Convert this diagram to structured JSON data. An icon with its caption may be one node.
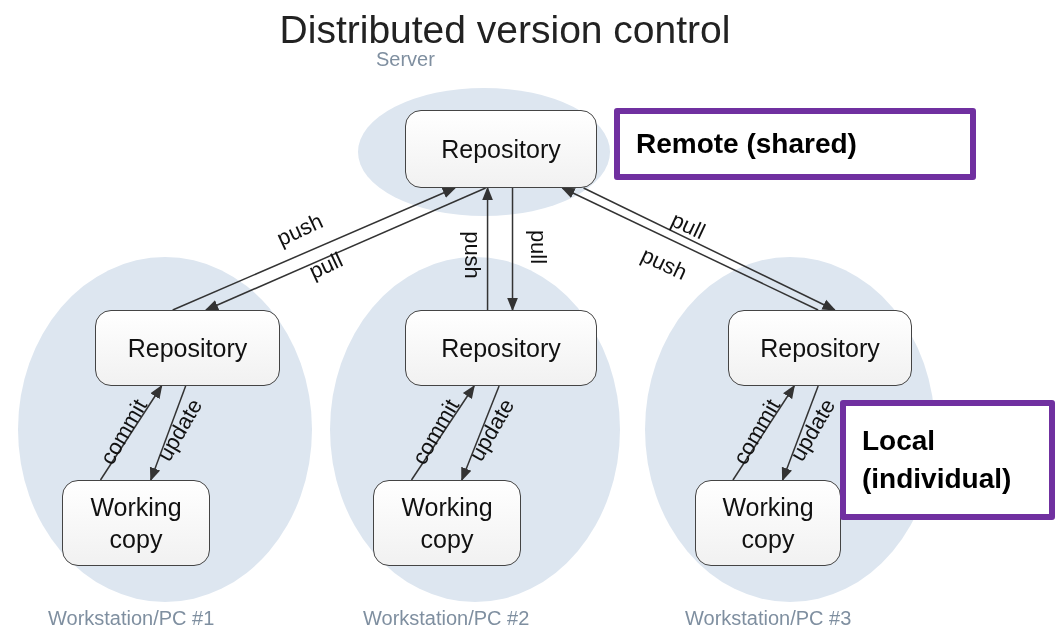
{
  "diagram": {
    "title": "Distributed version control",
    "nodes": [
      {
        "text": [
          "Server"
        ]
      },
      {
        "text": [
          "Repository"
        ],
        "in": 0
      },
      {
        "text": [
          "Workstation/PC #1"
        ]
      },
      {
        "text": [
          "Repository"
        ],
        "in": 2
      },
      {
        "text": [
          "Working copy"
        ],
        "in": 2
      },
      {
        "text": [
          "Workstation/PC #2"
        ]
      },
      {
        "text": [
          "Repository"
        ],
        "in": 5
      },
      {
        "text": [
          "Working copy"
        ],
        "in": 5
      },
      {
        "text": [
          "Workstation/PC #3"
        ]
      },
      {
        "text": [
          "Repository"
        ],
        "in": 8
      },
      {
        "text": [
          "Working copy"
        ],
        "in": 8
      },
      {
        "text": [
          "Remote (shared)"
        ]
      },
      {
        "text": [
          "Local (individual)"
        ]
      }
    ],
    "edges": [
      {
        "from": 3,
        "to": 1,
        "arrow": "to",
        "label": "push"
      },
      {
        "from": 1,
        "to": 3,
        "arrow": "to",
        "label": "pull"
      },
      {
        "from": 6,
        "to": 1,
        "arrow": "to",
        "label": "push"
      },
      {
        "from": 1,
        "to": 6,
        "arrow": "to",
        "label": "pull"
      },
      {
        "from": 9,
        "to": 1,
        "arrow": "to",
        "label": "pull"
      },
      {
        "from": 1,
        "to": 9,
        "arrow": "to",
        "label": "push"
      },
      {
        "from": 4,
        "to": 3,
        "arrow": "to",
        "label": "commit"
      },
      {
        "from": 3,
        "to": 4,
        "arrow": "to",
        "label": "update"
      },
      {
        "from": 7,
        "to": 6,
        "arrow": "to",
        "label": "commit"
      },
      {
        "from": 6,
        "to": 7,
        "arrow": "to",
        "label": "update"
      },
      {
        "from": 10,
        "to": 9,
        "arrow": "to",
        "label": "commit"
      },
      {
        "from": 9,
        "to": 10,
        "arrow": "to",
        "label": "update"
      }
    ]
  }
}
